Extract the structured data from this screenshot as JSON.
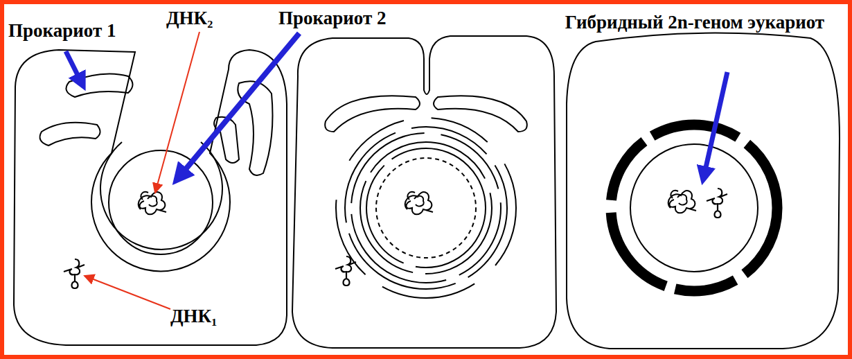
{
  "diagram": {
    "labels": [
      "Прокариот 1",
      "ДНК₂",
      "Прокариот 2",
      "ДНК₁",
      "Гибридный 2n-геном эукариот"
    ]
  }
}
